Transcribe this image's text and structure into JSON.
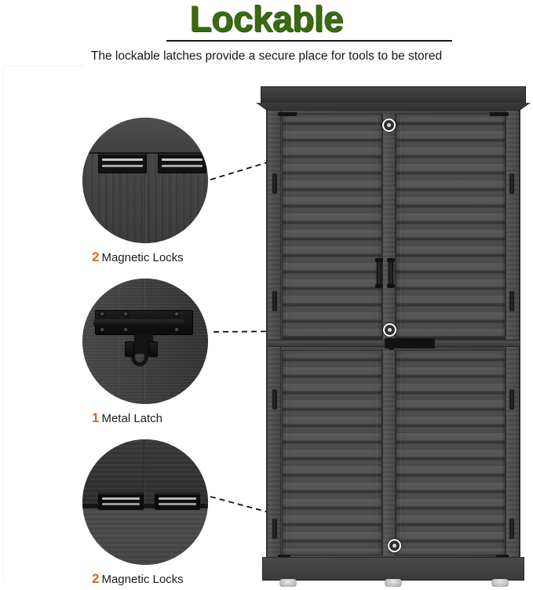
{
  "header": {
    "title": "Lockable",
    "subtitle": "The lockable latches provide a secure place for tools to be stored",
    "title_color": "#3b6b11",
    "rule_color": "#1a1a1a"
  },
  "callouts": [
    {
      "id": "magnetic-locks-top",
      "count": "2",
      "label": "Magnetic Locks",
      "count_color": "#d2691e",
      "label_color": "#1c1c1c",
      "detail_description": "two black magnetic lock catch brackets mounted under the top rail of the dark grey wooden cabinet"
    },
    {
      "id": "metal-latch",
      "count": "1",
      "label": "Metal Latch",
      "count_color": "#d2691e",
      "label_color": "#1c1c1c",
      "detail_description": "black metal slide-bolt latch with padlock hasp spanning the two cabinet doors"
    },
    {
      "id": "magnetic-locks-bottom",
      "count": "2",
      "label": "Magnetic Locks",
      "count_color": "#d2691e",
      "label_color": "#1c1c1c",
      "detail_description": "two black magnetic lock catch brackets mounted at the lower door rail of the cabinet"
    }
  ],
  "product": {
    "name": "outdoor wooden storage shed cabinet",
    "body_color": "#454545",
    "hardware_color": "#121212",
    "doors": 4,
    "marker_count": 3,
    "feet": 3
  }
}
